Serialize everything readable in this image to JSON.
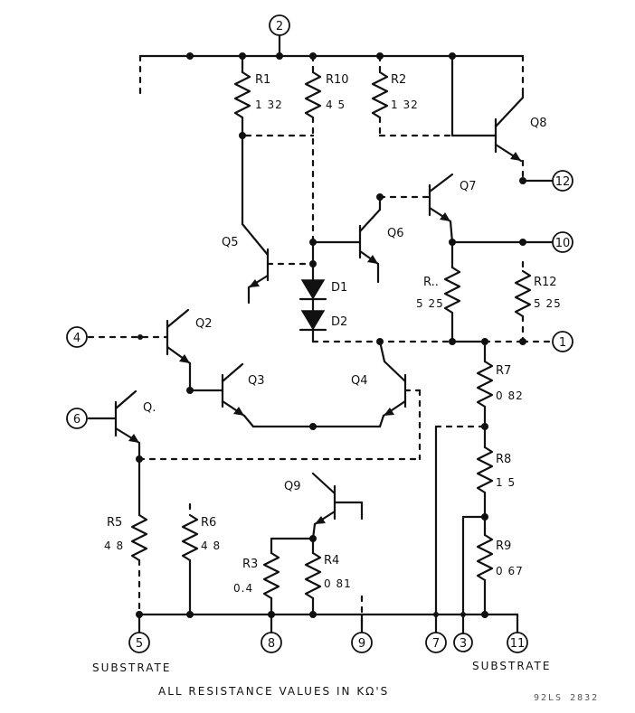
{
  "pins": {
    "p2": "2",
    "p12": "12",
    "p10": "10",
    "p1": "1",
    "p4": "4",
    "p6": "6",
    "p5": "5",
    "p8": "8",
    "p9": "9",
    "p7": "7",
    "p3": "3",
    "p11": "11"
  },
  "resistors": {
    "R1": {
      "name": "R1",
      "value": "1 32"
    },
    "R10": {
      "name": "R10",
      "value": "4 5"
    },
    "R2": {
      "name": "R2",
      "value": "1 32"
    },
    "R11": {
      "name": "R..",
      "value": "5 25"
    },
    "R12": {
      "name": "R12",
      "value": "5 25"
    },
    "R7": {
      "name": "R7",
      "value": "0 82"
    },
    "R8": {
      "name": "R8",
      "value": "1 5"
    },
    "R9": {
      "name": "R9",
      "value": "0 67"
    },
    "R5": {
      "name": "R5",
      "value": "4 8"
    },
    "R6": {
      "name": "R6",
      "value": "4 8"
    },
    "R3": {
      "name": "R3",
      "value": "0.4"
    },
    "R4": {
      "name": "R4",
      "value": "0 81"
    }
  },
  "transistors": {
    "Q1": "Q.",
    "Q2": "Q2",
    "Q3": "Q3",
    "Q4": "Q4",
    "Q5": "Q5",
    "Q6": "Q6",
    "Q7": "Q7",
    "Q8": "Q8",
    "Q9": "Q9"
  },
  "diodes": {
    "D1": "D1",
    "D2": "D2"
  },
  "substrate_left": "SUBSTRATE",
  "substrate_right": "SUBSTRATE",
  "footnote": "ALL RESISTANCE VALUES IN KΩ'S",
  "drawing_id": "92LS 2832"
}
